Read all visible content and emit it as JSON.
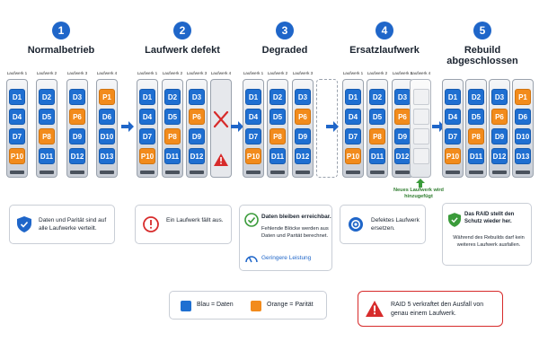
{
  "stages": [
    {
      "num": "1",
      "title": "Normalbetrieb"
    },
    {
      "num": "2",
      "title": "Laufwerk defekt"
    },
    {
      "num": "3",
      "title": "Degraded"
    },
    {
      "num": "4",
      "title": "Ersatzlaufwerk"
    },
    {
      "num": "5",
      "title": "Rebuild abgeschlossen"
    }
  ],
  "drive_labels": [
    "Laufwerk 1",
    "Laufwerk 2",
    "Laufwerk 3",
    "Laufwerk 4"
  ],
  "blocks": {
    "d1": [
      "D1",
      "D4",
      "D7",
      "P10"
    ],
    "d2": [
      "D2",
      "D5",
      "P8",
      "D11"
    ],
    "d3": [
      "D3",
      "P6",
      "D9",
      "D12"
    ],
    "d4": [
      "P1",
      "D6",
      "D10",
      "D13"
    ]
  },
  "new_drive_note": "Neues Laufwerk wird hinzugefügt",
  "cards": {
    "c1": "Daten und Parität sind auf alle Laufwerke verteilt.",
    "c2": "Ein Laufwerk fällt aus.",
    "c3_title": "Daten bleiben erreichbar.",
    "c3_text": "Fehlende Blöcke werden aus Daten und Parität berechnet.",
    "c3_perf": "Geringere Leistung",
    "c4": "Defektes Laufwerk ersetzen.",
    "c5_title": "Das RAID stellt den Schutz wieder her.",
    "c5_text": "Während des Rebuilds darf kein weiteres Laufwerk ausfallen."
  },
  "legend": {
    "data": "Blau = Daten",
    "parity": "Orange = Parität"
  },
  "colors": {
    "data": "#1f6fd1",
    "parity": "#f28b1c",
    "accent": "#1f66c9",
    "warning": "#d72b2b",
    "success": "#3a9b3a"
  },
  "warning": "RAID 5 verkraftet den Ausfall von genau einem Laufwerk."
}
